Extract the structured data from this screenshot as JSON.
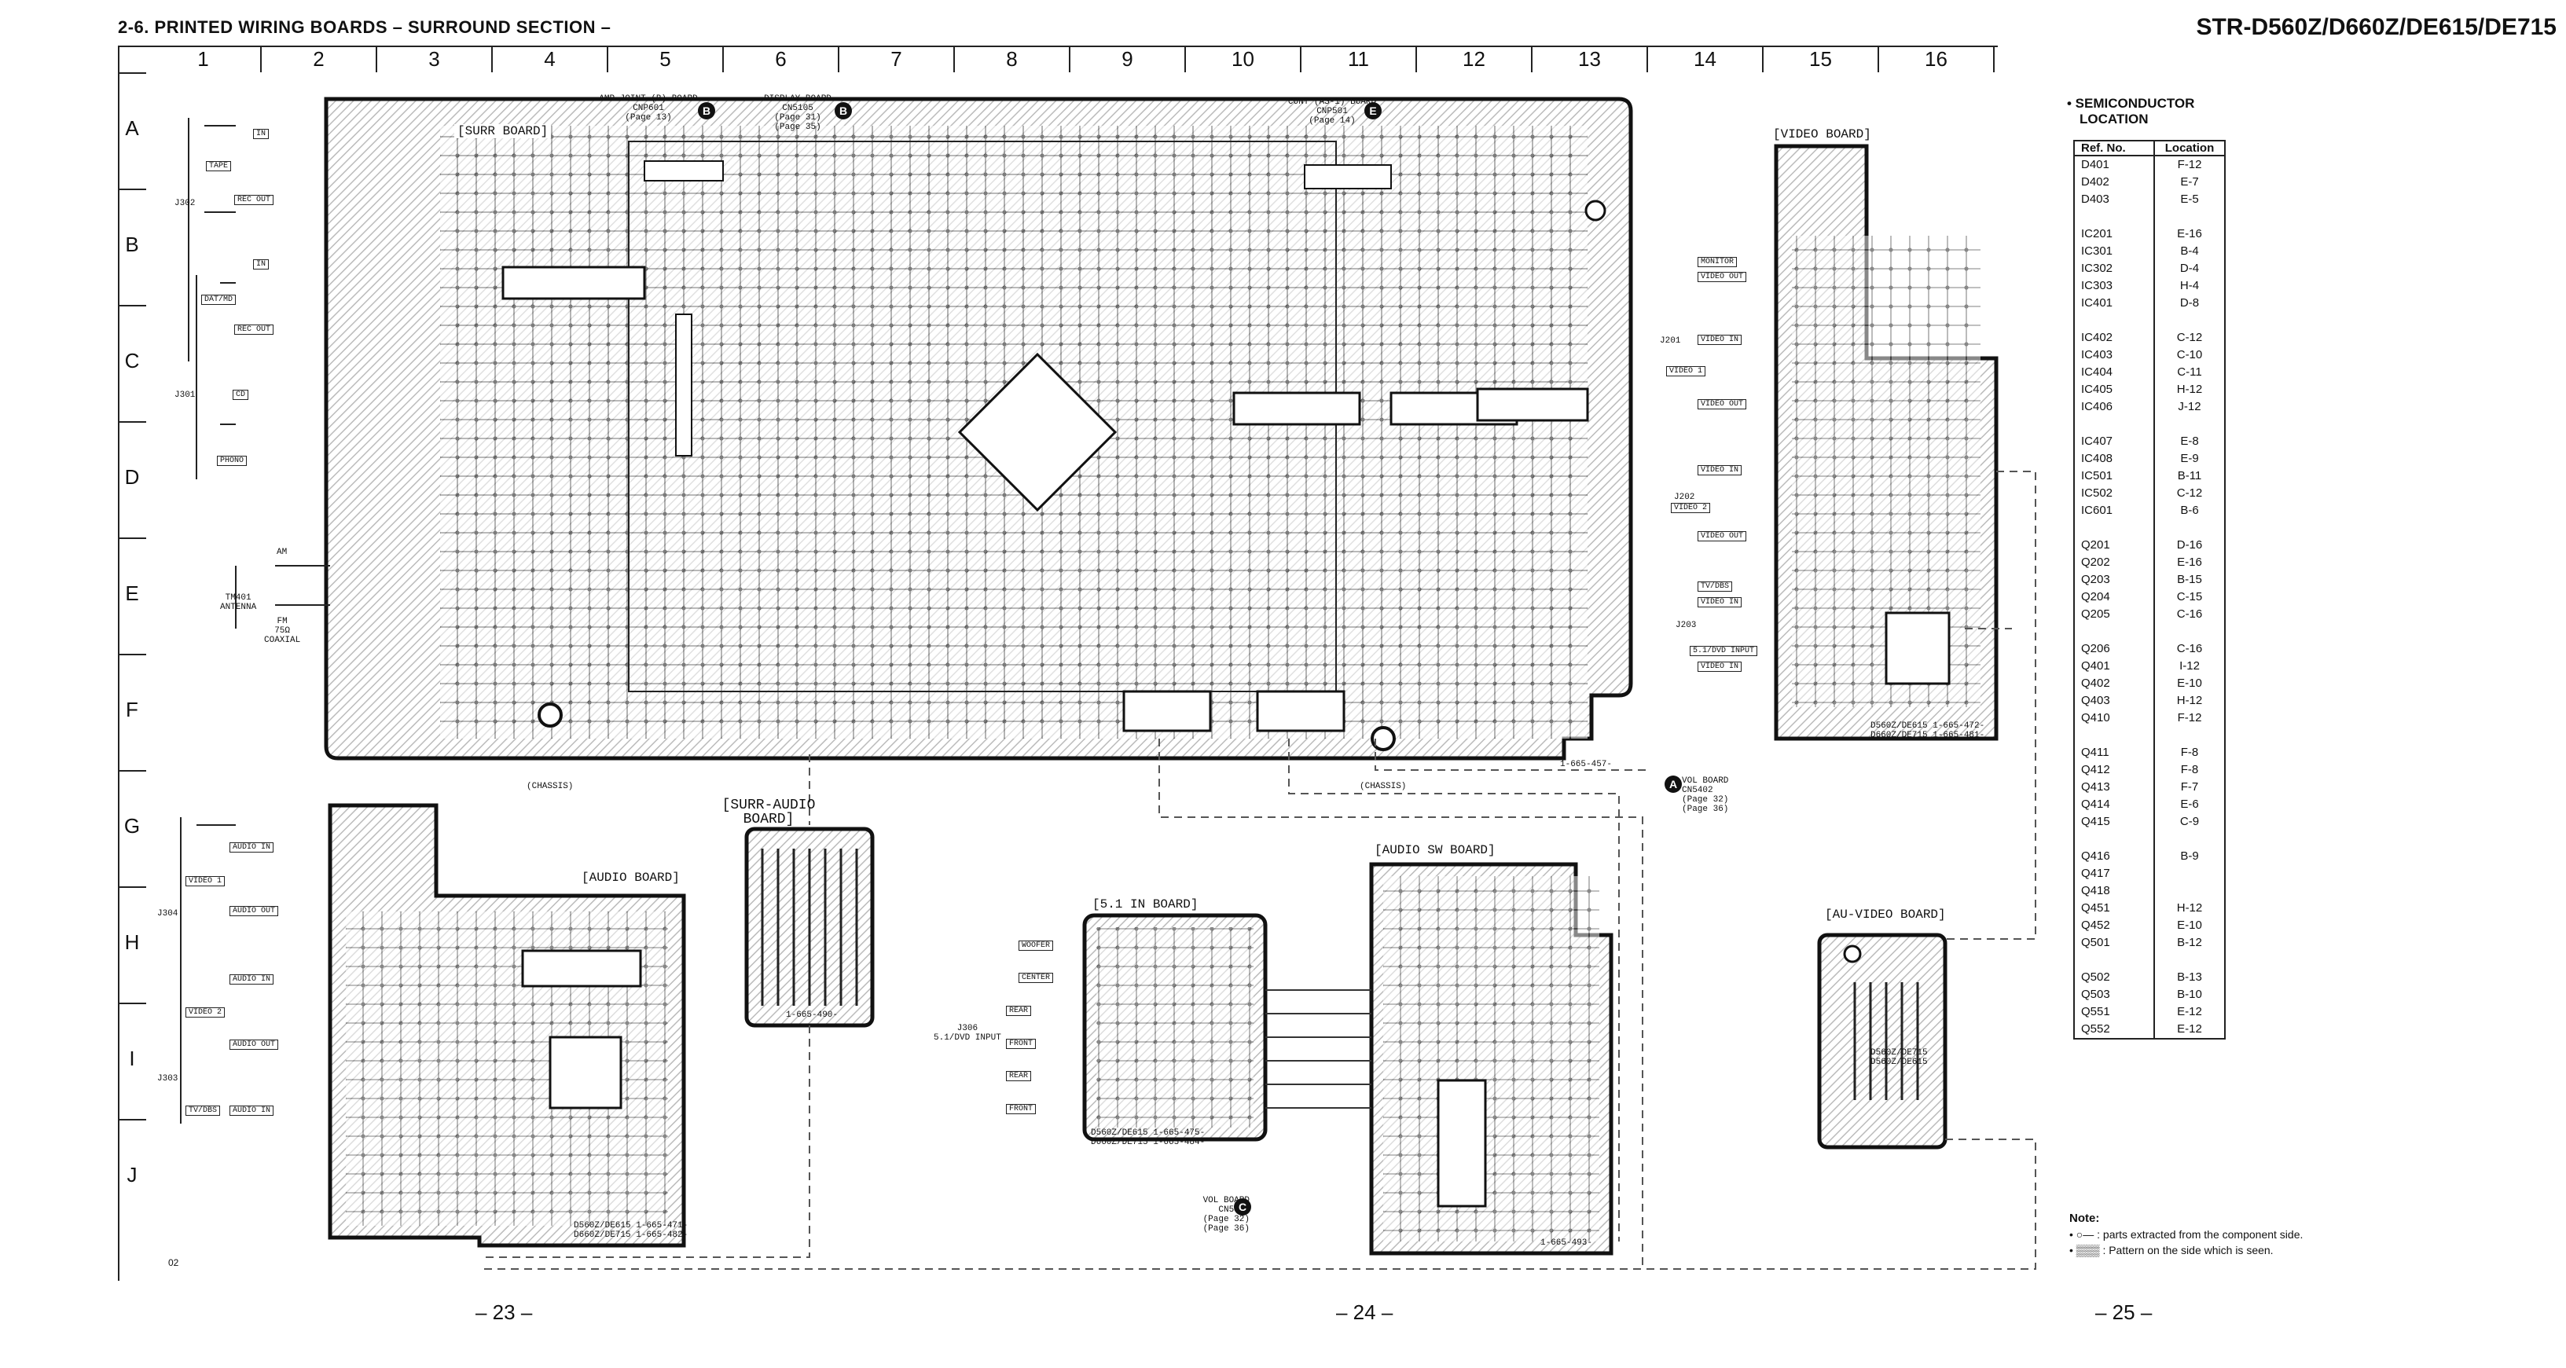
{
  "header": {
    "title": "2-6. PRINTED WIRING BOARDS – SURROUND SECTION –",
    "model": "STR-D560Z/D660Z/DE615/DE715"
  },
  "grid": {
    "columns": [
      "1",
      "2",
      "3",
      "4",
      "5",
      "6",
      "7",
      "8",
      "9",
      "10",
      "11",
      "12",
      "13",
      "14",
      "15",
      "16"
    ],
    "rows": [
      "A",
      "B",
      "C",
      "D",
      "E",
      "F",
      "G",
      "H",
      "I",
      "J"
    ]
  },
  "boards": {
    "surr": "[SURR BOARD]",
    "video": "[VIDEO BOARD]",
    "surr_audio_line1": "[SURR-AUDIO",
    "surr_audio_line2": "BOARD]",
    "audio": "[AUDIO BOARD]",
    "in51": "[5.1 IN BOARD]",
    "audio_sw": "[AUDIO SW BOARD]",
    "au_video": "[AU-VIDEO BOARD]"
  },
  "connectors": {
    "amp_joint": "AMP JOINT (B) BOARD\nCNP601\n(Page 13)",
    "display": "DISPLAY BOARD\nCN5105\n(Page 31)\n(Page 35)",
    "cont": "CONT (AS-1) BOARD\nCNP501\n(Page 14)",
    "vol_a": "VOL BOARD\nCN5402\n(Page 32)\n(Page 36)",
    "vol_c": "VOL BOARD\nCN5410\n(Page 32)\n(Page 36)"
  },
  "markers": {
    "b1": "B",
    "b2": "B",
    "e": "E",
    "a": "A",
    "c": "C"
  },
  "chassis": [
    "(CHASSIS)",
    "(CHASSIS)"
  ],
  "left_jacks": {
    "tape": "TAPE",
    "rec_out": "REC OUT",
    "in": "IN",
    "dat_md": "DAT/MD",
    "cd": "CD",
    "phono": "PHONO",
    "j302": "J302",
    "j301": "J301",
    "am": "AM",
    "fm": "FM\n75Ω\nCOAXIAL",
    "tm401": "TM401\nANTENNA"
  },
  "audio_jacks": {
    "video1": "VIDEO 1",
    "video2": "VIDEO 2",
    "tv_dbs": "TV/DBS",
    "audio_in": "AUDIO IN",
    "audio_out": "AUDIO OUT",
    "j304": "J304",
    "j303": "J303"
  },
  "video_jacks": {
    "monitor": "MONITOR",
    "video_out": "VIDEO OUT",
    "video_in": "VIDEO IN",
    "video1": "VIDEO 1",
    "video2": "VIDEO 2",
    "tv_dbs": "TV/DBS",
    "dvd_input": "5.1/DVD INPUT",
    "j201": "J201",
    "j202": "J202",
    "j203": "J203"
  },
  "in51_jacks": {
    "woofer": "WOOFER",
    "center": "CENTER",
    "rear": "REAR",
    "front": "FRONT",
    "j306": "J306\n5.1/DVD INPUT"
  },
  "part_numbers": {
    "surr": "1-665-457-",
    "video": "D560Z/DE615 1-665-472-\nD660Z/DE715 1-665-481-",
    "surr_audio": "1-665-490-",
    "audio": "D560Z/DE615 1-665-471-\nD660Z/DE715 1-665-482-",
    "in51": "D560Z/DE615 1-665-475-\nD660Z/DE715 1-665-484-",
    "audio_sw": "1-665-493-",
    "au_video": "D560Z/DE715\nD560Z/DE615"
  },
  "page_numbers": {
    "p23": "– 23 –",
    "p24": "– 24 –",
    "p25": "– 25 –"
  },
  "semiconductor": {
    "title_line1": "• SEMICONDUCTOR",
    "title_line2": "LOCATION",
    "head_ref": "Ref. No.",
    "head_loc": "Location",
    "groups": [
      [
        [
          "D401",
          "F-12"
        ],
        [
          "D402",
          "E-7"
        ],
        [
          "D403",
          "E-5"
        ]
      ],
      [
        [
          "IC201",
          "E-16"
        ],
        [
          "IC301",
          "B-4"
        ],
        [
          "IC302",
          "D-4"
        ],
        [
          "IC303",
          "H-4"
        ],
        [
          "IC401",
          "D-8"
        ]
      ],
      [
        [
          "IC402",
          "C-12"
        ],
        [
          "IC403",
          "C-10"
        ],
        [
          "IC404",
          "C-11"
        ],
        [
          "IC405",
          "H-12"
        ],
        [
          "IC406",
          "J-12"
        ]
      ],
      [
        [
          "IC407",
          "E-8"
        ],
        [
          "IC408",
          "E-9"
        ],
        [
          "IC501",
          "B-11"
        ],
        [
          "IC502",
          "C-12"
        ],
        [
          "IC601",
          "B-6"
        ]
      ],
      [
        [
          "Q201",
          "D-16"
        ],
        [
          "Q202",
          "E-16"
        ],
        [
          "Q203",
          "B-15"
        ],
        [
          "Q204",
          "C-15"
        ],
        [
          "Q205",
          "C-16"
        ]
      ],
      [
        [
          "Q206",
          "C-16"
        ],
        [
          "Q401",
          "I-12"
        ],
        [
          "Q402",
          "E-10"
        ],
        [
          "Q403",
          "H-12"
        ],
        [
          "Q410",
          "F-12"
        ]
      ],
      [
        [
          "Q411",
          "F-8"
        ],
        [
          "Q412",
          "F-8"
        ],
        [
          "Q413",
          "F-7"
        ],
        [
          "Q414",
          "E-6"
        ],
        [
          "Q415",
          "C-9"
        ]
      ],
      [
        [
          "Q416",
          "B-9"
        ],
        [
          "Q417",
          ""
        ],
        [
          "Q418",
          ""
        ],
        [
          "Q451",
          "H-12"
        ],
        [
          "Q452",
          "E-10"
        ],
        [
          "Q501",
          "B-12"
        ]
      ],
      [
        [
          "Q502",
          "B-13"
        ],
        [
          "Q503",
          "B-10"
        ],
        [
          "Q551",
          "E-12"
        ],
        [
          "Q552",
          "E-12"
        ]
      ]
    ]
  },
  "note": {
    "title": "Note:",
    "line1": "• ○— : parts extracted from the component side.",
    "line2": "• ▒▒▒ : Pattern on the side which is seen."
  },
  "footer_code": "02"
}
